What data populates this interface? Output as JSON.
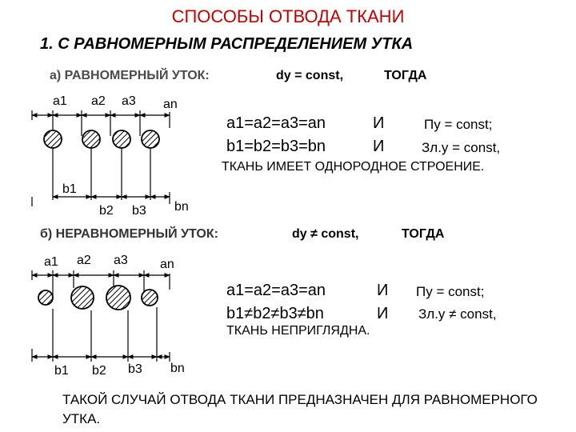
{
  "title": "СПОСОБЫ ОТВОДА ТКАНИ",
  "heading": "1. С РАВНОМЕРНЫМ РАСПРЕДЕЛЕНИЕМ УТКА",
  "uniform": {
    "label": "а) РАВНОМЕРНЫЙ УТОК:",
    "condition": "dy = const,",
    "then": "ТОГДА",
    "top_labels": [
      "a1",
      "a2",
      "a3",
      "an"
    ],
    "bottom_labels": [
      "b1",
      "b2",
      "b3",
      "bn"
    ],
    "eq1": "a1=a2=a3=an",
    "eq2": "b1=b2=b3=bn",
    "and1": "И",
    "and2": "И",
    "res1": "Пу = const;",
    "res2": "Зл.у = const,",
    "conclusion": "ТКАНЬ ИМЕЕТ ОДНОРОДНОЕ СТРОЕНИЕ."
  },
  "nonuniform": {
    "label": "б) НЕРАВНОМЕРНЫЙ УТОК:",
    "condition": "dy ≠ const,",
    "then": "ТОГДА",
    "top_labels": [
      "a1",
      "a2",
      "a3",
      "an"
    ],
    "bottom_labels": [
      "b1",
      "b2",
      "b3",
      "bn"
    ],
    "eq1": "a1=a2=a3=an",
    "eq2": "b1≠b2≠b3≠bn",
    "and1": "И",
    "and2": "И",
    "res1": "Пу = const;",
    "res2": "Зл.у ≠ const,",
    "conclusion": "ТКАНЬ НЕПРИГЛЯДНА."
  },
  "footer": "ТАКОЙ СЛУЧАЙ ОТВОДА ТКАНИ ПРЕДНАЗНАЧЕН ДЛЯ РАВНОМЕРНОГО УТКА."
}
